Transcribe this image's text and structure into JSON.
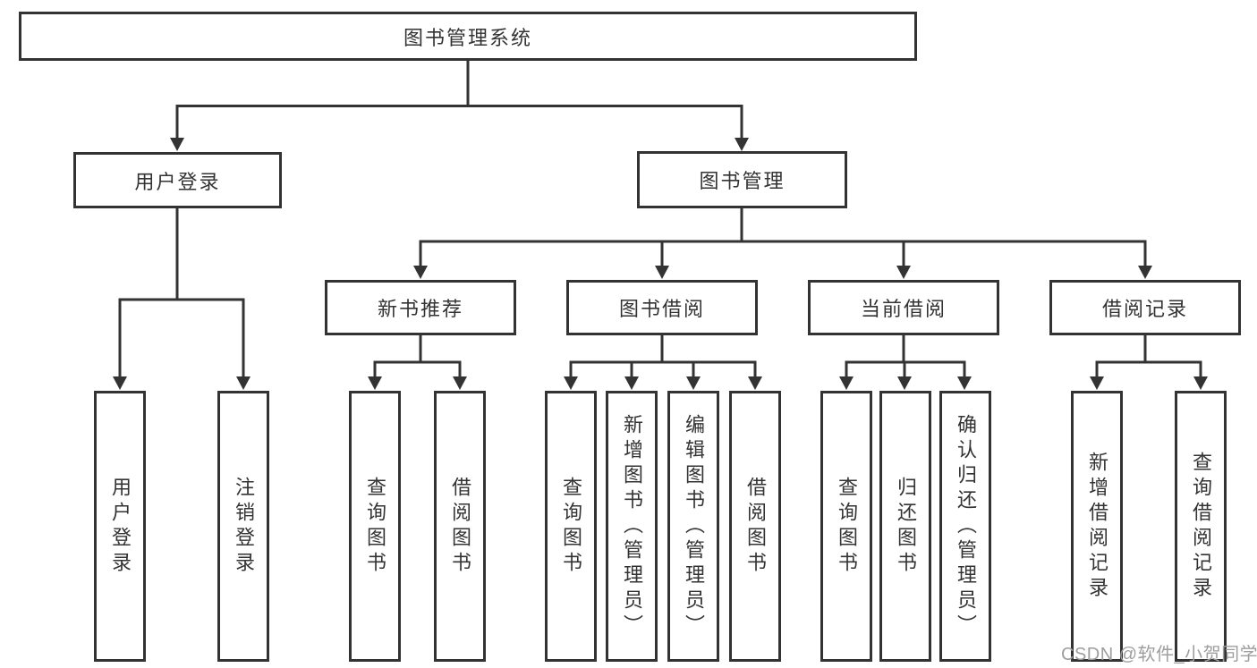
{
  "diagram_title": "图书管理系统",
  "colors": {
    "line": "#333333",
    "box_border": "#333333",
    "box_background": "#ffffff",
    "text": "#333333",
    "watermark": "#9e9e9e",
    "background": "#ffffff"
  },
  "tree": {
    "root": {
      "label": "图书管理系统"
    },
    "level2": [
      {
        "label": "用户登录"
      },
      {
        "label": "图书管理"
      }
    ],
    "level3": [
      {
        "label": "新书推荐"
      },
      {
        "label": "图书借阅"
      },
      {
        "label": "当前借阅"
      },
      {
        "label": "借阅记录"
      }
    ],
    "leaves": {
      "user_login": [
        {
          "label": "用户登录"
        },
        {
          "label": "注销登录"
        }
      ],
      "new_book_recommend": [
        {
          "label": "查询图书"
        },
        {
          "label": "借阅图书"
        }
      ],
      "book_borrow": [
        {
          "label": "查询图书"
        },
        {
          "label": "新增图书（管理员）"
        },
        {
          "label": "编辑图书（管理员）"
        },
        {
          "label": "借阅图书"
        }
      ],
      "current_borrow": [
        {
          "label": "查询图书"
        },
        {
          "label": "归还图书"
        },
        {
          "label": "确认归还（管理员）"
        }
      ],
      "borrow_records": [
        {
          "label": "新增借阅记录"
        },
        {
          "label": "查询借阅记录"
        }
      ]
    }
  },
  "watermark": {
    "text": "CSDN @软件_小贺同学"
  }
}
